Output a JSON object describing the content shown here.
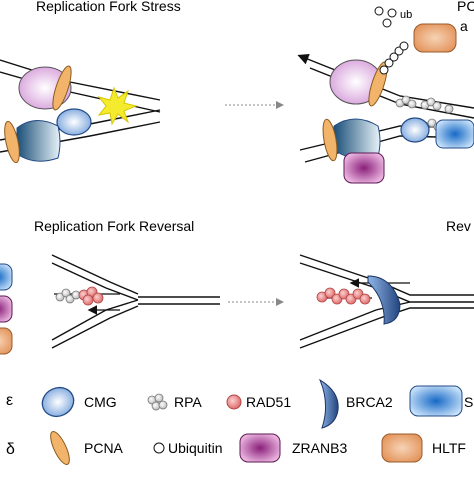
{
  "panels": {
    "stress_title": "Replication Fork Stress",
    "reversal_title": "Replication Fork Reversal",
    "top_right_title_a": "PC",
    "top_right_title_b": "a",
    "bottom_right_title": "Rev"
  },
  "labels": {
    "ub": "ub"
  },
  "legend": {
    "epsilon": "ε",
    "delta": "δ",
    "cmg": "CMG",
    "rpa": "RPA",
    "rad51": "RAD51",
    "brca2": "BRCA2",
    "s_cut": "S",
    "pcna": "PCNA",
    "ubiquitin": "Ubiquitin",
    "zranb3": "ZRANB3",
    "hltf": "HLTF"
  },
  "colors": {
    "pol_epsilon": "#d9a6dc",
    "pol_delta": "#1f5f8a",
    "cmg": "#8fb2e0",
    "pcna": "#f2b36a",
    "rpa": "#d0d0d0",
    "rad51": "#ea8686",
    "brca2": "#2e4f8f",
    "smarcal": "#2f86d6",
    "zranb3": "#9b2e8a",
    "hltf": "#e59a63",
    "stress_star": "#f4ea2e"
  }
}
